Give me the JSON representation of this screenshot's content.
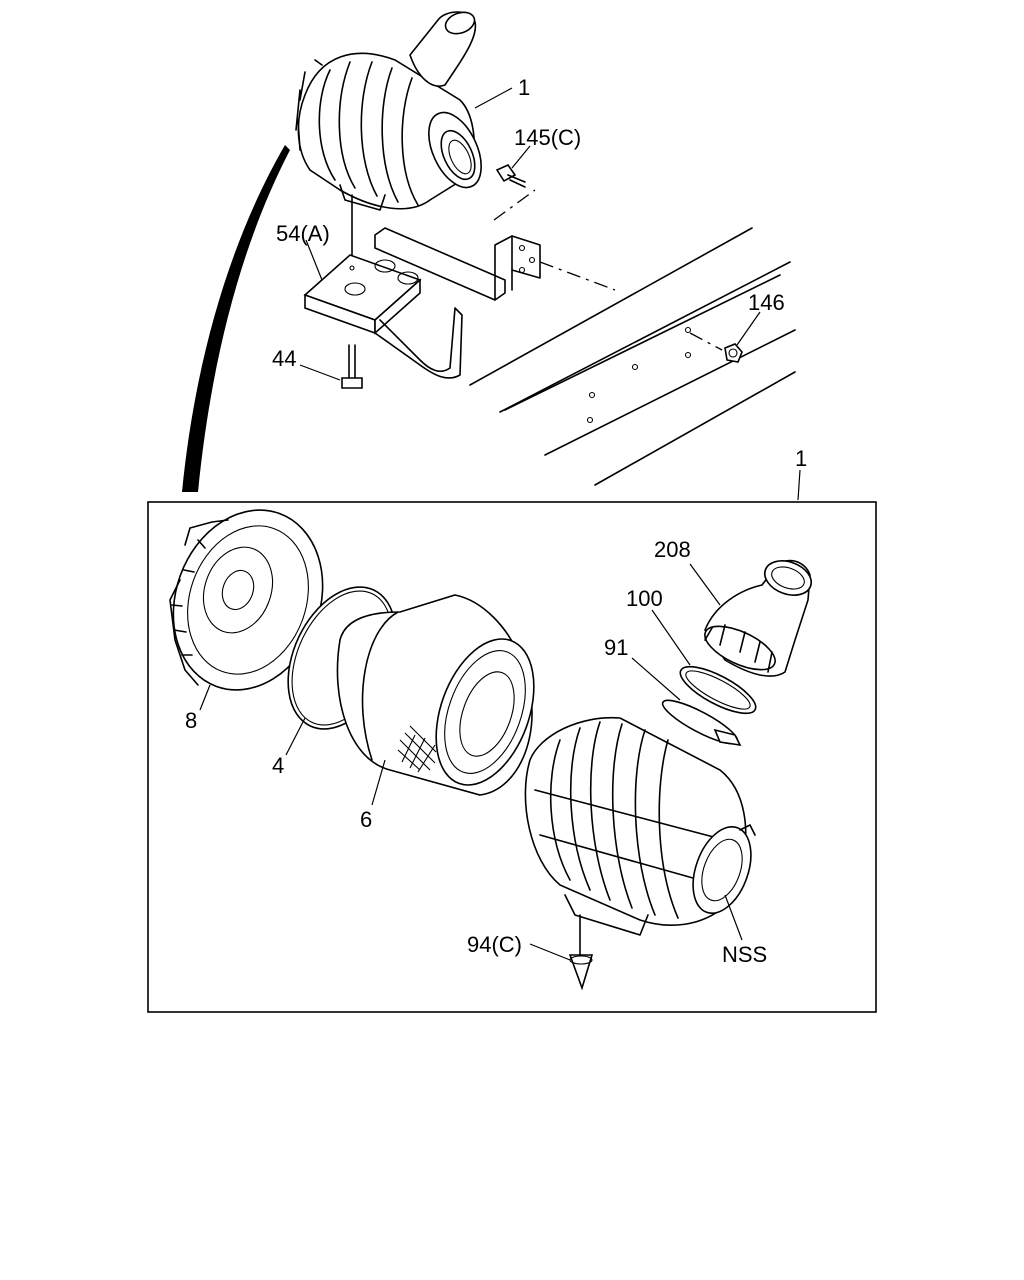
{
  "labels": {
    "assembly_top": "1",
    "bolt_145": "145(C)",
    "bracket_54": "54(A)",
    "nut_146": "146",
    "bolt_44": "44",
    "assembly_detail": "1",
    "hose_208": "208",
    "clamp_100": "100",
    "band_91": "91",
    "cover_8": "8",
    "seal_4": "4",
    "element_6": "6",
    "valve_94": "94(C)",
    "body_nss": "NSS"
  }
}
